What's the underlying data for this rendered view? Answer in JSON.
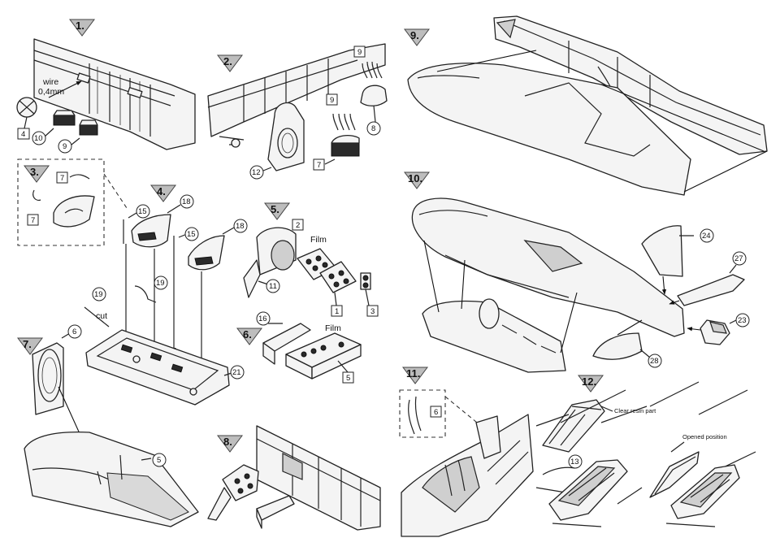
{
  "steps": [
    "1.",
    "2.",
    "3.",
    "4.",
    "5.",
    "6.",
    "7.",
    "8.",
    "9.",
    "10.",
    "11.",
    "12."
  ],
  "parts": {
    "p2": "2",
    "p1": "1",
    "p3": "3",
    "p4": "4",
    "p5": "5",
    "p6": "6",
    "p7": "7",
    "p8": "8",
    "p9": "9",
    "p10": "10",
    "p11": "11",
    "p12": "12",
    "p13": "13",
    "p15": "15",
    "p16": "16",
    "p18": "18",
    "p19": "19",
    "p21": "21",
    "p23": "23",
    "p24": "24",
    "p27": "27",
    "p28": "28"
  },
  "labels": {
    "wire": "wire",
    "wire_size": "0,4mm",
    "film": "Film",
    "cut": "cut",
    "clear_resin": "Clear resin part",
    "opened_position": "Opened position"
  }
}
